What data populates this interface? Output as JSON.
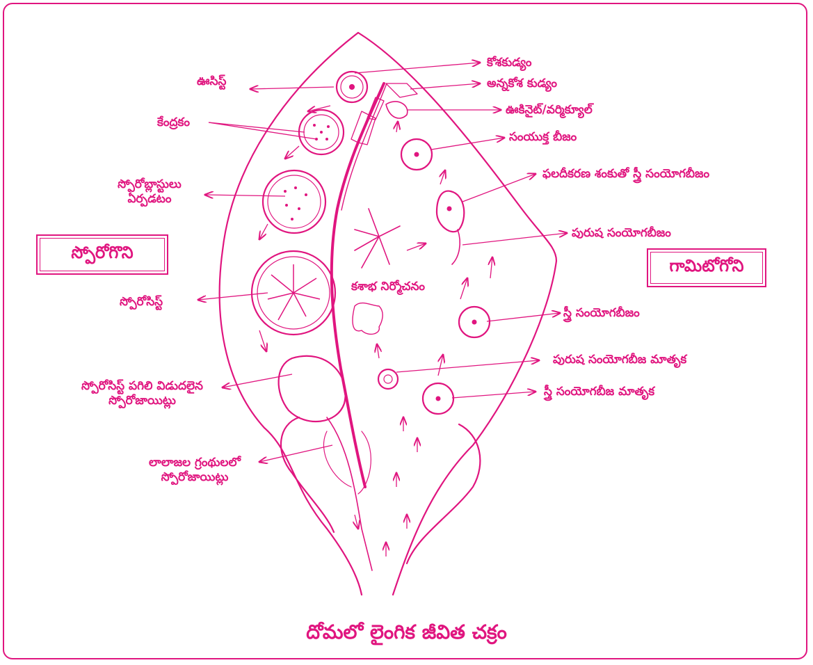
{
  "title": "దోమలో లైంగిక జీవిత చక్రం",
  "sporogony_label": "స్పోరోగొని",
  "gametogony_label": "గామిటోగోని",
  "labels": {
    "oocyst": "ఊసిస్ట్",
    "nucleus": "కేంద్రకం",
    "sporoblast_line1": "స్పోరోబ్లాస్టులు",
    "sporoblast_line2": "ఏర్పడటం",
    "sporocyst": "స్పోరోసిస్ట్",
    "sporocyst_rupture_line1": "స్పోరోసిస్ట్ పగిలి విడుదలైన",
    "sporocyst_rupture_line2": "స్పోరోజాయిట్లు",
    "salivary_line1": "లాలాజల గ్రంథులలో",
    "salivary_line2": "స్పోరోజాయిట్లు",
    "cell_wall": "కోశకుడ్యం",
    "gut_wall": "అన్నకోశ కుడ్యం",
    "ookinete": "ఊకినైట్/వర్మిక్యూల్",
    "zygote": "సంయుక్త బీజం",
    "fertilization_cone": "ఫలదీకరణ శంకుతో స్త్రీ సంయోగబీజం",
    "male_gamete": "పురుష సంయోగబీజం",
    "exflagellation": "కశాభ నిర్మోచనం",
    "female_gamete": "స్త్రీ సంయోగబీజం",
    "male_gametocyte": "పురుష సంయోగబీజ మాతృక",
    "female_gametocyte": "స్త్రీ సంయోగబీజ మాతృక"
  },
  "colors": {
    "accent": "#e0157f",
    "accent_light": "#f6b3d3"
  }
}
